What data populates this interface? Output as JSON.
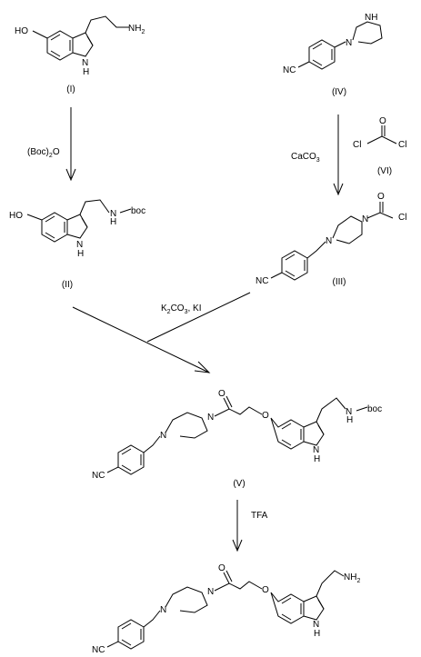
{
  "compounds": {
    "c1": {
      "label": "(I)"
    },
    "c2": {
      "label": "(II)"
    },
    "c3": {
      "label": "(III)"
    },
    "c4": {
      "label": "(IV)"
    },
    "c5": {
      "label": "(V)"
    },
    "c6": {
      "label": "(VI)"
    }
  },
  "atoms": {
    "ho": "HO",
    "nh_indole": "N",
    "h": "H",
    "nh2_n": "NH",
    "nh2_sub": "2",
    "nh_chain": "N",
    "boc": "boc",
    "n": "N",
    "nc": "NC",
    "o": "O",
    "cl": "Cl"
  },
  "reagents": {
    "step1_a": "(Boc)",
    "step1_sub": "2",
    "step1_b": "O",
    "step2_a": "CaCO",
    "step2_sub": "3",
    "step3_a": "K",
    "step3_sub1": "2",
    "step3_b": "CO",
    "step3_sub2": "3",
    "step3_c": ", KI",
    "step4": "TFA"
  }
}
